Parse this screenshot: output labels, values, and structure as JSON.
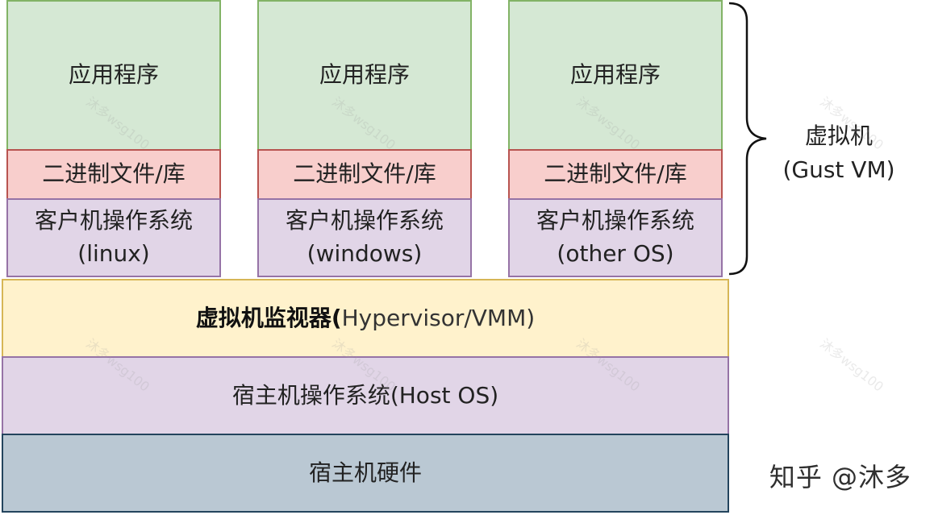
{
  "guest_vms": [
    {
      "app": "应用程序",
      "lib": "二进制文件/库",
      "os_line1": "客户机操作系统",
      "os_line2": "(linux)"
    },
    {
      "app": "应用程序",
      "lib": "二进制文件/库",
      "os_line1": "客户机操作系统",
      "os_line2": "(windows)"
    },
    {
      "app": "应用程序",
      "lib": "二进制文件/库",
      "os_line1": "客户机操作系统",
      "os_line2": "(other OS)"
    }
  ],
  "vm_label": {
    "line1": "虚拟机",
    "line2": "(Gust VM)"
  },
  "hypervisor": {
    "bold": "虚拟机监视器(",
    "rest": "Hypervisor/VMM)"
  },
  "host_os": "宿主机操作系统(Host OS)",
  "hardware": "宿主机硬件",
  "watermark": "沐多wsg100",
  "brand": "知乎 @沐多",
  "colors": {
    "app_fill": "#d5e8d4",
    "app_stroke": "#82b366",
    "lib_fill": "#f8cecc",
    "lib_stroke": "#b85450",
    "os_fill": "#e1d5e7",
    "os_stroke": "#9673a6",
    "hyp_fill": "#fff2cc",
    "hyp_stroke": "#d6b656",
    "hw_fill": "#bac8d3",
    "hw_stroke": "#23445d"
  }
}
